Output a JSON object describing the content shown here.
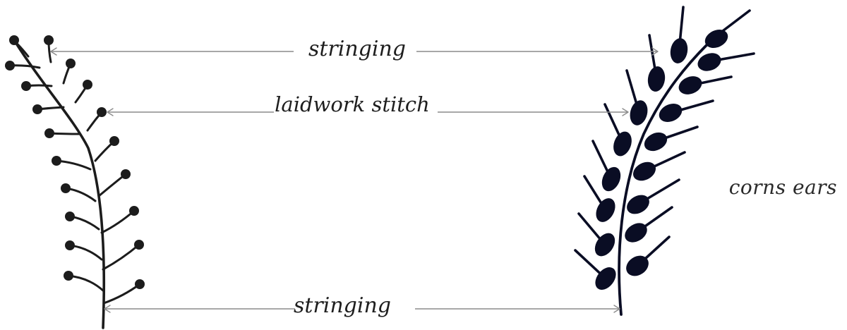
{
  "labels": {
    "top": "stringing",
    "middle": "laidwork stitch",
    "bottom": "stringing",
    "side": "corns ears"
  },
  "colors": {
    "stringing_ink": "#1c1c1c",
    "corn_ear_fill": "#0a0d24",
    "arrow": "#8c8c8c",
    "text": "#1e1e1e",
    "background": "#ffffff"
  }
}
